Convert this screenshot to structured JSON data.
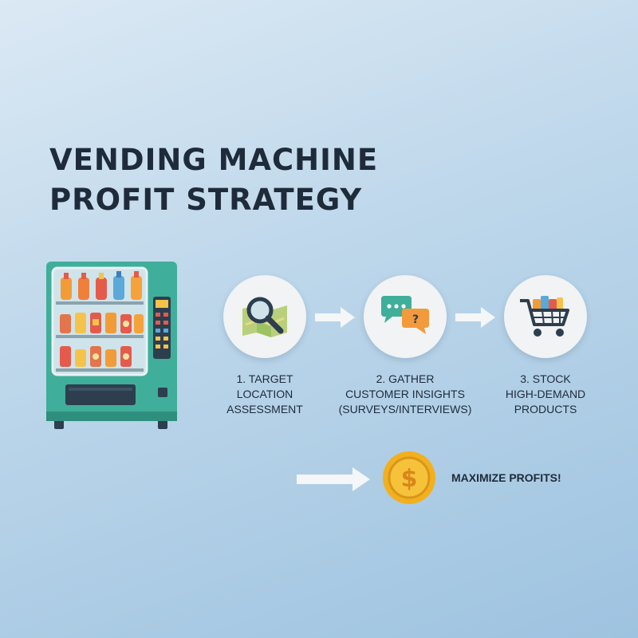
{
  "title": {
    "line1": "VENDING MACHINE",
    "line2": "PROFIT STRATEGY"
  },
  "steps": [
    {
      "line1": "1. TARGET",
      "line2": "LOCATION",
      "line3": "ASSESSMENT",
      "icon": "magnifier-map-icon"
    },
    {
      "line1": "2. GATHER",
      "line2": "CUSTOMER INSIGHTS",
      "line3": "(SURVEYS/INTERVIEWS)",
      "icon": "chat-bubbles-icon"
    },
    {
      "line1": "3. STOCK",
      "line2": "HIGH-DEMAND",
      "line3": "PRODUCTS",
      "icon": "shopping-cart-icon"
    }
  ],
  "outcome": {
    "label": "MAXIMIZE PROFITS!",
    "symbol": "$",
    "icon": "dollar-coin-icon"
  },
  "colors": {
    "title": "#1e2b3a",
    "machine": "#3fae9a",
    "coin": "#f2b01e",
    "arrow": "#f4f6f8"
  }
}
